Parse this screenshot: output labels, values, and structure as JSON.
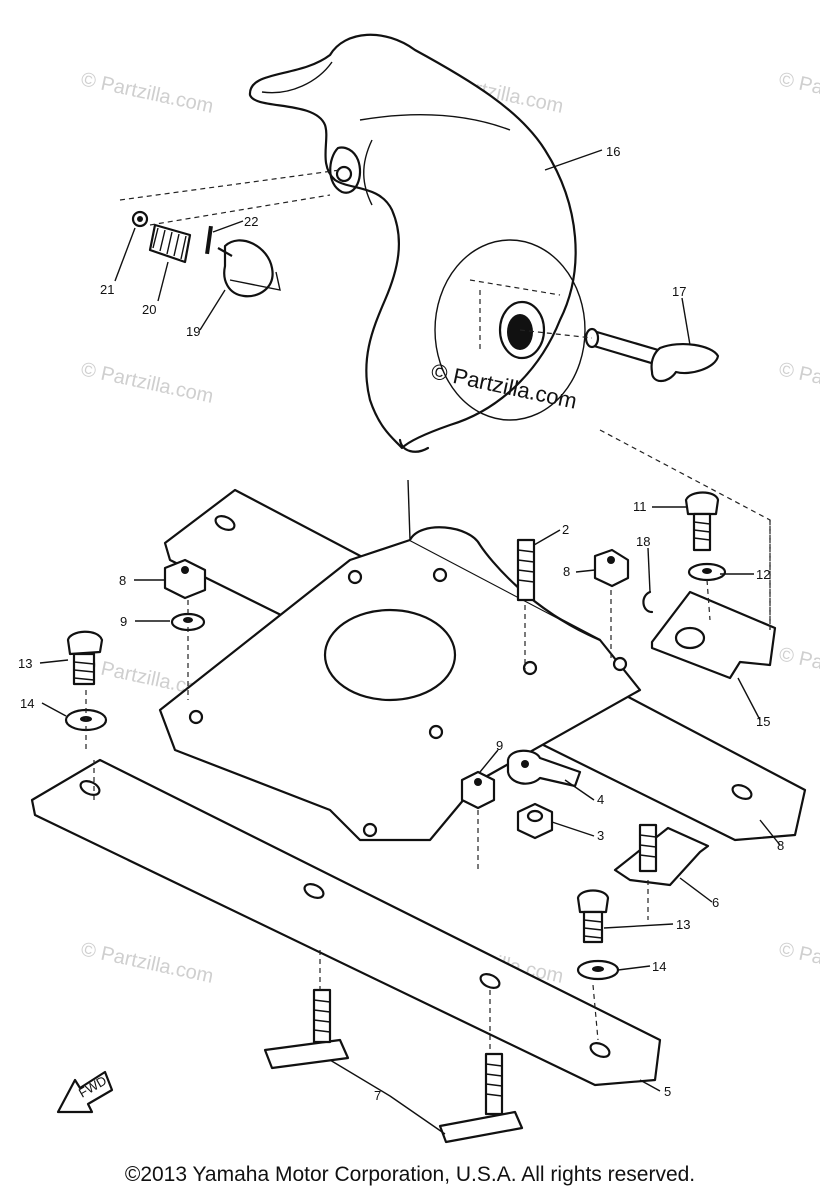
{
  "watermark": {
    "text": "© Partzilla.com",
    "center_text": "© Partzilla.com"
  },
  "callouts": [
    {
      "id": "c1",
      "label": "16"
    },
    {
      "id": "c2",
      "label": "17"
    },
    {
      "id": "c3",
      "label": "22"
    },
    {
      "id": "c4",
      "label": "21"
    },
    {
      "id": "c5",
      "label": "20"
    },
    {
      "id": "c6",
      "label": "19"
    },
    {
      "id": "c7",
      "label": "11"
    },
    {
      "id": "c8",
      "label": "12"
    },
    {
      "id": "c9",
      "label": "18"
    },
    {
      "id": "c10",
      "label": "15"
    },
    {
      "id": "c11",
      "label": "2"
    },
    {
      "id": "c12",
      "label": "8"
    },
    {
      "id": "c13",
      "label": "8"
    },
    {
      "id": "c14",
      "label": "9"
    },
    {
      "id": "c15",
      "label": "13"
    },
    {
      "id": "c16",
      "label": "14"
    },
    {
      "id": "c17",
      "label": "9"
    },
    {
      "id": "c18",
      "label": "4"
    },
    {
      "id": "c19",
      "label": "3"
    },
    {
      "id": "c20",
      "label": "8"
    },
    {
      "id": "c21",
      "label": "6"
    },
    {
      "id": "c22",
      "label": "13"
    },
    {
      "id": "c23",
      "label": "14"
    },
    {
      "id": "c24",
      "label": "5"
    },
    {
      "id": "c25",
      "label": "7"
    }
  ],
  "fwd_label": "FWD",
  "copyright": "©2013 Yamaha Motor Corporation, U.S.A. All rights reserved."
}
